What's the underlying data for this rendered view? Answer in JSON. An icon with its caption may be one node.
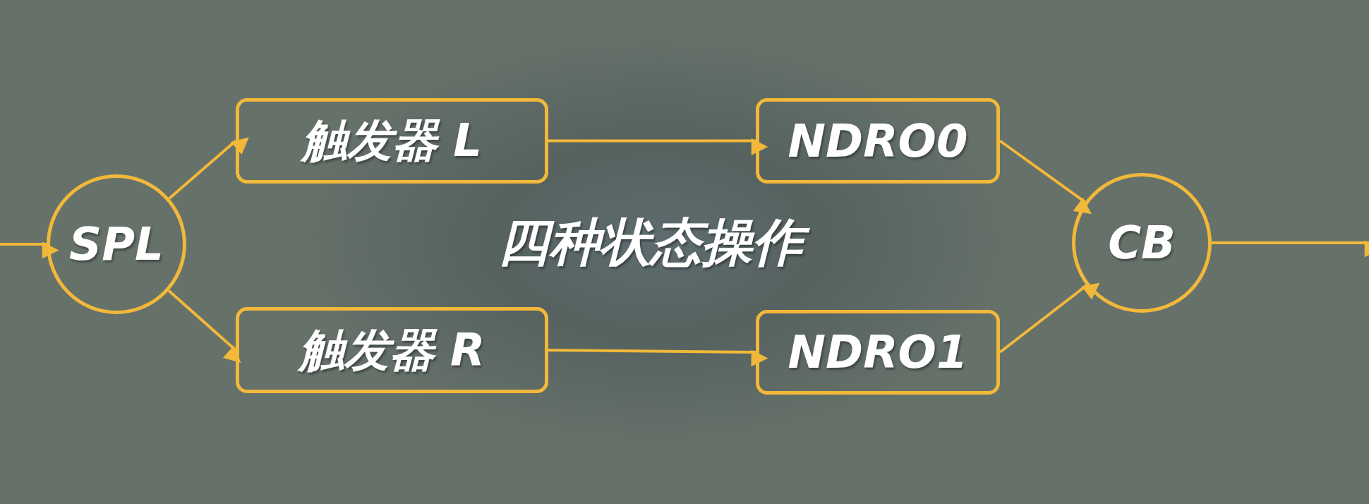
{
  "diagram": {
    "nodes": [
      {
        "text": [
          "SPL"
        ]
      },
      {
        "text": [
          "触发器 L"
        ]
      },
      {
        "text": [
          "NDRO0"
        ]
      },
      {
        "text": [
          "触发器 R"
        ]
      },
      {
        "text": [
          "NDRO1"
        ]
      },
      {
        "text": [
          "CB"
        ]
      }
    ],
    "edges": [
      {
        "from": null,
        "to": 0,
        "arrow": "to"
      },
      {
        "from": 0,
        "to": 1,
        "arrow": "to"
      },
      {
        "from": 0,
        "to": 3,
        "arrow": "to"
      },
      {
        "from": 1,
        "to": 2,
        "arrow": "to"
      },
      {
        "from": 3,
        "to": 4,
        "arrow": "to"
      },
      {
        "from": 2,
        "to": 5,
        "arrow": "to"
      },
      {
        "from": 4,
        "to": 5,
        "arrow": "to"
      },
      {
        "from": 5,
        "to": null,
        "arrow": "to"
      }
    ],
    "labels": [
      "四种状态操作"
    ]
  }
}
